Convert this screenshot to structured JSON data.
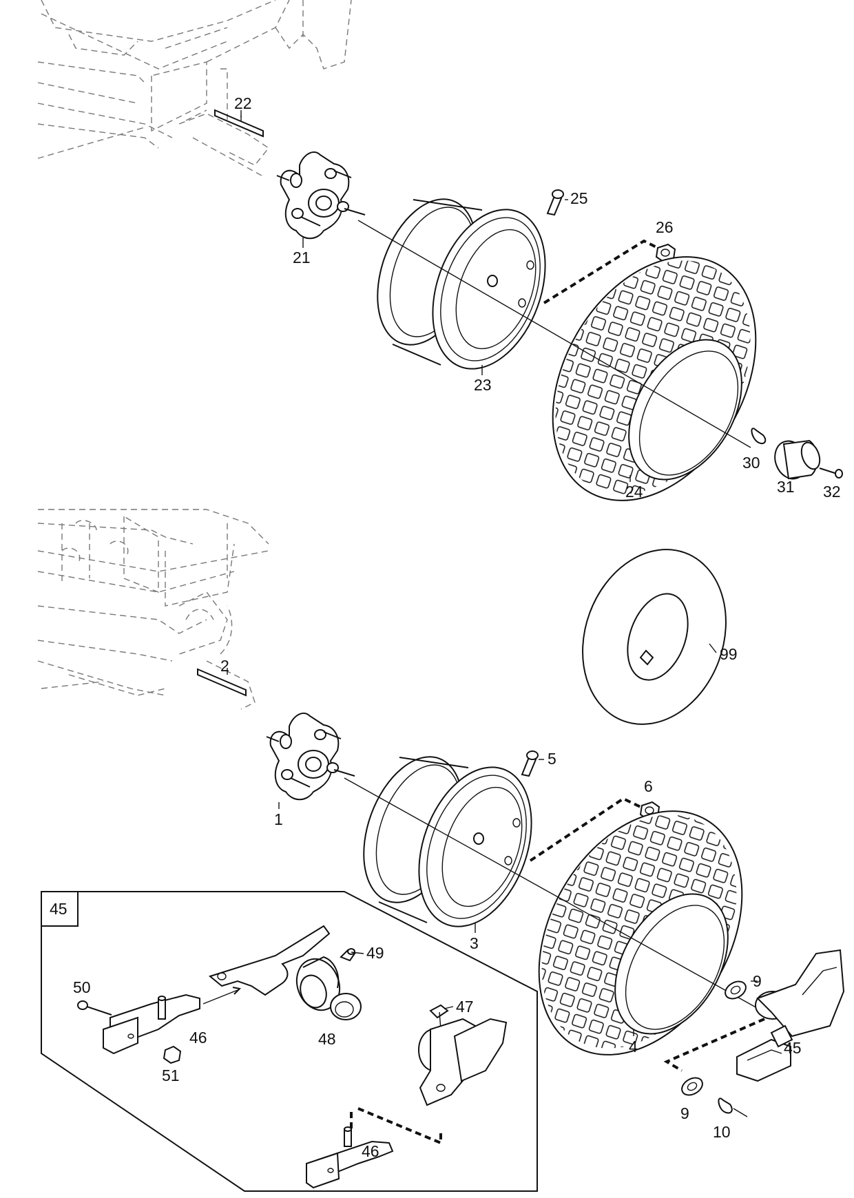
{
  "callouts": {
    "n1": "1",
    "n2": "2",
    "n3": "3",
    "n4": "4",
    "n5": "5",
    "n6": "6",
    "n9a": "9",
    "n9b": "9",
    "n10": "10",
    "n21": "21",
    "n22": "22",
    "n23": "23",
    "n24": "24",
    "n25": "25",
    "n26": "26",
    "n30": "30",
    "n31": "31",
    "n32": "32",
    "n45box": "45",
    "n45": "45",
    "n46a": "46",
    "n46b": "46",
    "n47": "47",
    "n48": "48",
    "n49": "49",
    "n50": "50",
    "n51": "51",
    "n99": "99"
  }
}
